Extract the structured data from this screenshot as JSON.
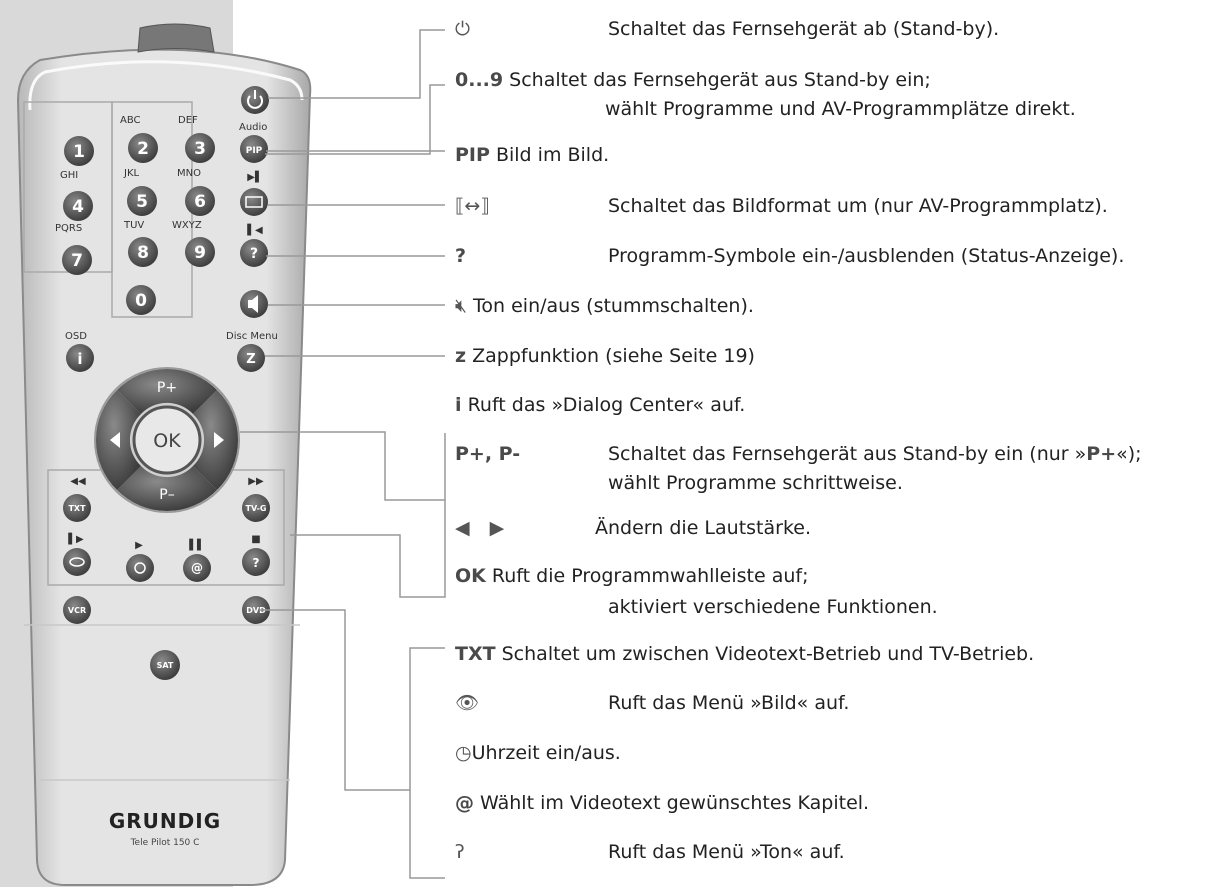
{
  "remote": {
    "brand": "GRUNDIG",
    "model": "Tele Pilot 150 C",
    "labels": {
      "abc": "ABC",
      "def": "DEF",
      "ghi": "GHI",
      "jkl": "JKL",
      "mno": "MNO",
      "pqrs": "PQRS",
      "tuv": "TUV",
      "wxyz": "WXYZ",
      "audio": "Audio",
      "osd": "OSD",
      "disc_menu": "Disc Menu"
    },
    "buttons": {
      "n1": "1",
      "n2": "2",
      "n3": "3",
      "n4": "4",
      "n5": "5",
      "n6": "6",
      "n7": "7",
      "n8": "8",
      "n9": "9",
      "n0": "0",
      "pip": "PIP",
      "q": "?",
      "i": "i",
      "z": "Z",
      "pplus": "P+",
      "pminus": "P–",
      "ok": "OK",
      "txt": "TXT",
      "tvg": "TV-G",
      "at": "@",
      "vcr": "VCR",
      "dvd": "DVD",
      "sat": "SAT"
    }
  },
  "descriptions": {
    "power": {
      "text": "Schaltet das Fernsehgerät ab (Stand-by)."
    },
    "digits": {
      "key": "0...9",
      "line1": "Schaltet das Fernsehgerät aus Stand-by ein;",
      "line2": "wählt Programme und AV-Programmplätze direkt."
    },
    "pip": {
      "key": "PIP",
      "text": "Bild im Bild."
    },
    "format": {
      "text": "Schaltet das Bildformat um (nur AV-Programmplatz)."
    },
    "status": {
      "key": "?",
      "text": "Programm-Symbole ein-/ausblenden (Status-Anzeige)."
    },
    "mute": {
      "text": "Ton ein/aus (stummschalten)."
    },
    "zapp": {
      "key": "z",
      "text": "Zappfunktion (siehe Seite 19)"
    },
    "dialog": {
      "key": "i",
      "text": "Ruft das »Dialog Center« auf."
    },
    "pplus": {
      "key": "P+, P-",
      "line1_pre": "Schaltet das Fernsehgerät aus Stand-by ein (nur »",
      "line1_key": "P+",
      "line1_post": "«);",
      "line2": "wählt Programme schrittweise."
    },
    "volume": {
      "text": "Ändern die Lautstärke."
    },
    "ok": {
      "key": "OK",
      "line1": "Ruft die Programmwahlleiste auf;",
      "line2": "aktiviert verschiedene Funktionen."
    },
    "txt": {
      "key": "TXT",
      "text": "Schaltet um zwischen Videotext-Betrieb und TV-Betrieb."
    },
    "picture": {
      "text": "Ruft das Menü »Bild« auf."
    },
    "clock": {
      "text": "Uhrzeit ein/aus."
    },
    "chapter": {
      "key": "@",
      "text": "Wählt im Videotext gewünschtes Kapitel."
    },
    "sound": {
      "text": "Ruft das Menü »Ton« auf."
    }
  },
  "icons": [
    "power-icon",
    "format-icon",
    "mute-icon",
    "volume-left-icon",
    "volume-right-icon",
    "eye-icon",
    "clock-icon",
    "ear-icon"
  ]
}
